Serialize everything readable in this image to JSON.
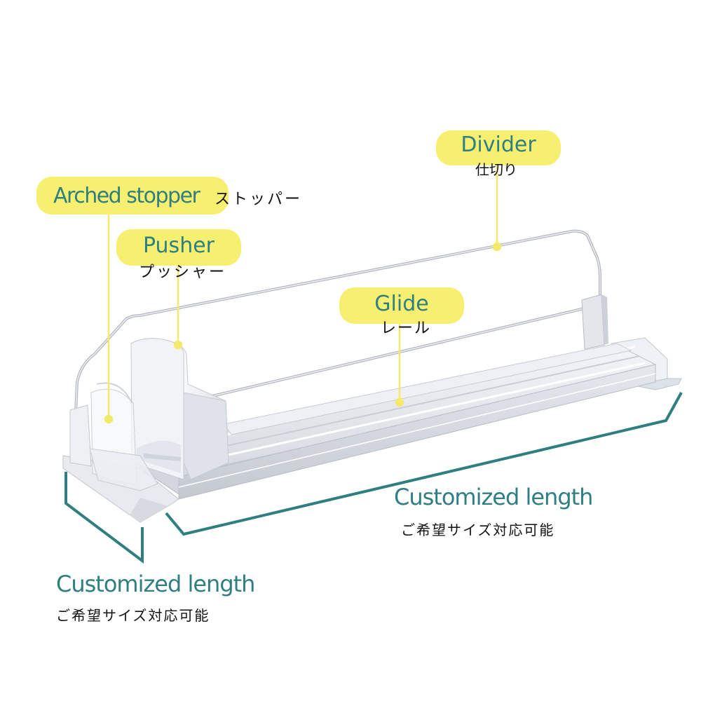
{
  "labels": {
    "divider": {
      "en": "Divider",
      "jp": "仕切り"
    },
    "arched_stopper": {
      "en": "Arched stopper",
      "jp": "ストッパー"
    },
    "pusher": {
      "en": "Pusher",
      "jp": "プッシャー"
    },
    "glide": {
      "en": "Glide",
      "jp": "レール"
    }
  },
  "dimensions": {
    "length_right": {
      "en": "Customized length",
      "jp": "ご希望サイズ対応可能"
    },
    "length_left": {
      "en": "Customized length",
      "jp": "ご希望サイズ対応可能"
    }
  },
  "colors": {
    "label_bg": "#f7ef70",
    "label_text": "#2f7f80",
    "dimension_line": "#2f7f80",
    "leader_line": "#f3e96a"
  }
}
